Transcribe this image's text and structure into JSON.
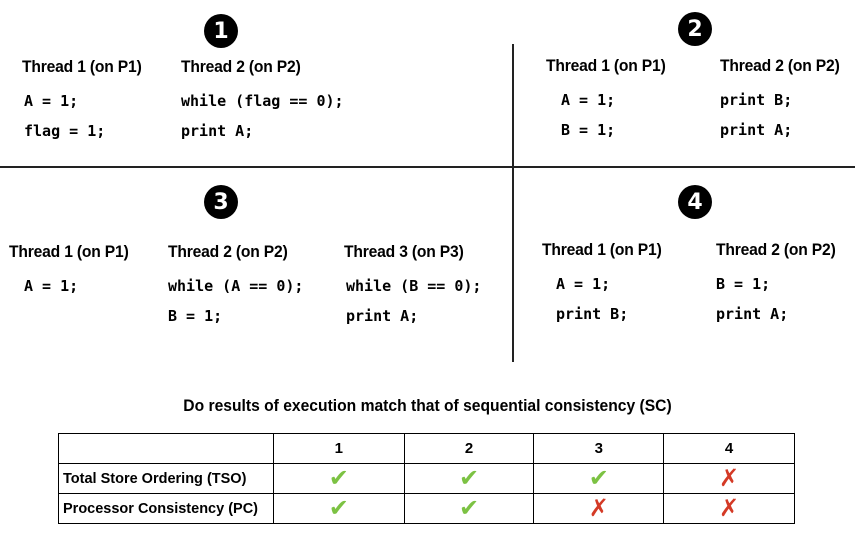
{
  "quadrants": [
    {
      "number": "1",
      "threads": [
        {
          "title": "Thread 1 (on P1)",
          "lines": [
            "A = 1;",
            "flag = 1;"
          ]
        },
        {
          "title": "Thread 2 (on P2)",
          "lines": [
            "while (flag == 0);",
            "print A;"
          ]
        }
      ]
    },
    {
      "number": "2",
      "threads": [
        {
          "title": "Thread 1 (on P1)",
          "lines": [
            "A = 1;",
            "B = 1;"
          ]
        },
        {
          "title": "Thread 2 (on P2)",
          "lines": [
            "print B;",
            "print A;"
          ]
        }
      ]
    },
    {
      "number": "3",
      "threads": [
        {
          "title": "Thread 1 (on P1)",
          "lines": [
            "A = 1;"
          ]
        },
        {
          "title": "Thread 2 (on P2)",
          "lines": [
            "while (A == 0);",
            "B = 1;"
          ]
        },
        {
          "title": "Thread 3 (on P3)",
          "lines": [
            "while (B == 0);",
            "print A;"
          ]
        }
      ]
    },
    {
      "number": "4",
      "threads": [
        {
          "title": "Thread 1 (on P1)",
          "lines": [
            "A = 1;",
            "print B;"
          ]
        },
        {
          "title": "Thread 2 (on P2)",
          "lines": [
            "B = 1;",
            "print A;"
          ]
        }
      ]
    }
  ],
  "results": {
    "question": "Do results of execution match that of sequential consistency (SC)",
    "columns": [
      "1",
      "2",
      "3",
      "4"
    ],
    "rows": [
      {
        "label": "Total Store Ordering (TSO)",
        "marks": [
          "✔",
          "✔",
          "✔",
          "✗"
        ],
        "kinds": [
          "check",
          "check",
          "check",
          "cross"
        ]
      },
      {
        "label": "Processor Consistency (PC)",
        "marks": [
          "✔",
          "✔",
          "✗",
          "✗"
        ],
        "kinds": [
          "check",
          "check",
          "cross",
          "cross"
        ]
      }
    ]
  },
  "colors": {
    "check": "#7cc243",
    "cross": "#d43a26"
  },
  "icons": {
    "check": "check-mark-icon",
    "cross": "cross-mark-icon"
  }
}
